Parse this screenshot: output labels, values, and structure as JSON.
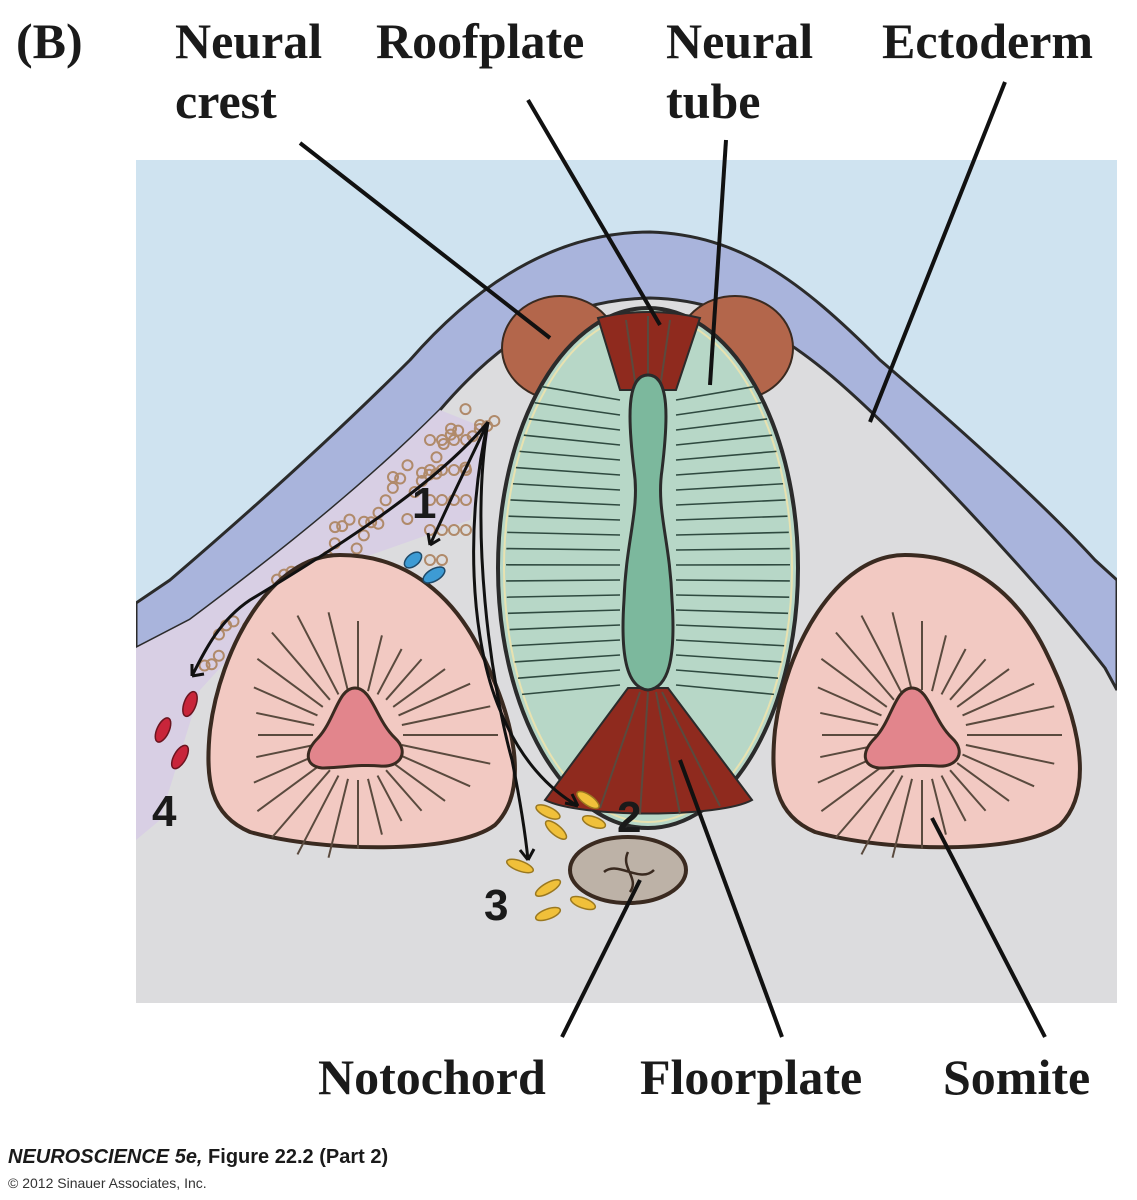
{
  "panel_label": "(B)",
  "labels": {
    "neural_crest_1": "Neural",
    "neural_crest_2": "crest",
    "roofplate": "Roofplate",
    "neural_tube_1": "Neural",
    "neural_tube_2": "tube",
    "ectoderm": "Ectoderm",
    "notochord": "Notochord",
    "floorplate": "Floorplate",
    "somite": "Somite"
  },
  "pathways": [
    "1",
    "2",
    "3",
    "4"
  ],
  "caption": {
    "book": "NEUROSCIENCE 5e,",
    "figure": " Figure 22.2 (Part 2)",
    "copyright": "© 2012 Sinauer Associates, Inc."
  },
  "colors": {
    "sky": "#cfe3f0",
    "tissue": "#dcdcde",
    "ectoderm": "#a9b4dc",
    "mesenchyme": "#d8cfe4",
    "tube": "#b7d7c7",
    "lumen": "#7cb89d",
    "plate": "#8f2a1e",
    "crest": "#b3664b",
    "somite": "#f2c9c2",
    "somite_core": "#e2858c",
    "notochord": "#bdb2a7",
    "blue_cells": "#3d9bd4",
    "yellow_cells": "#f0c03a",
    "red_cells": "#c8253a"
  }
}
